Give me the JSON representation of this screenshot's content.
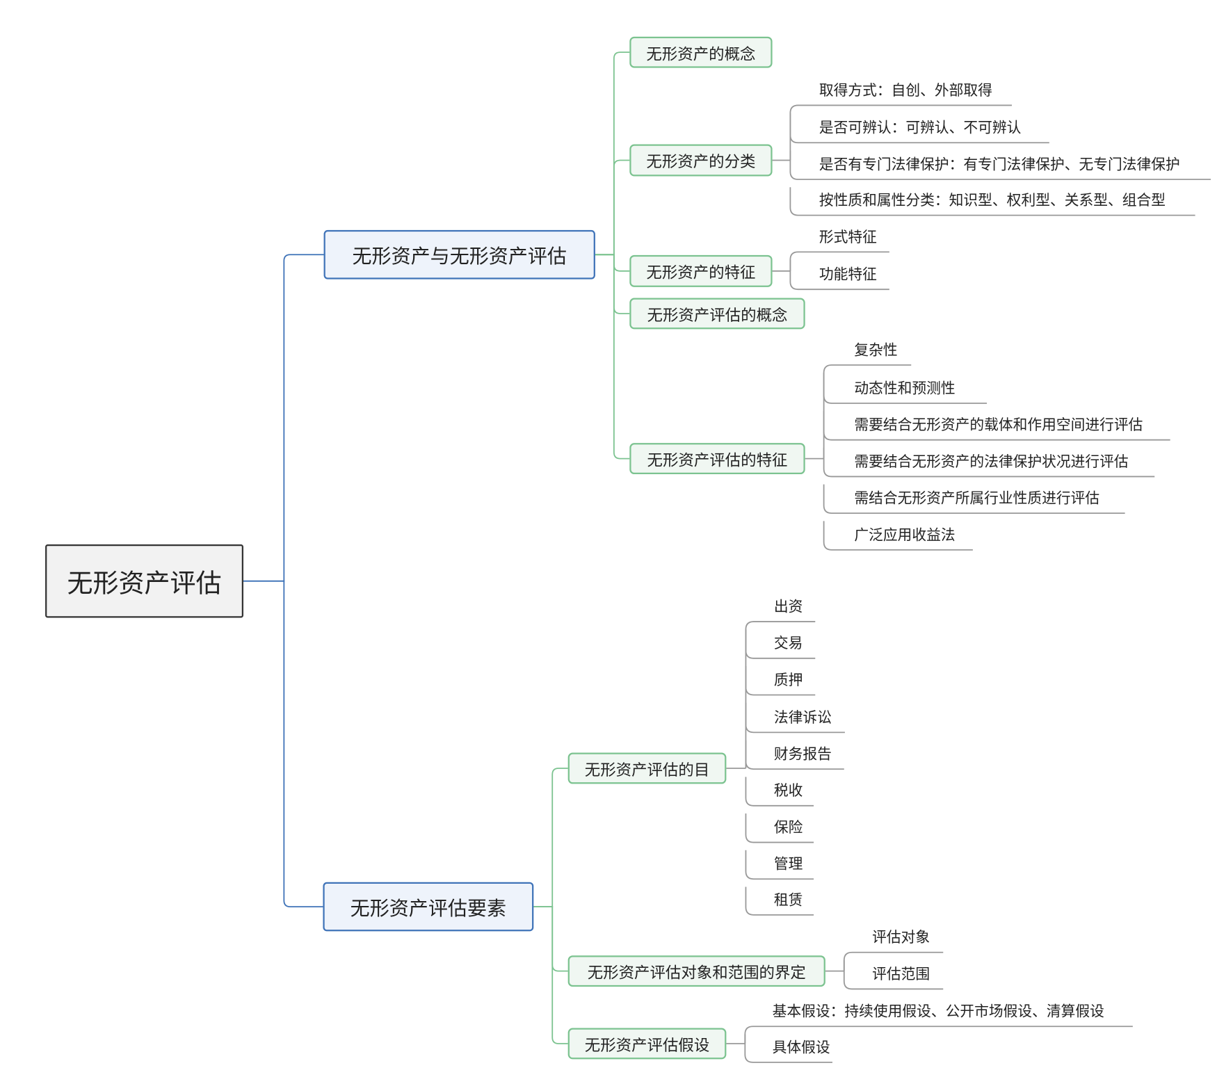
{
  "root": "无形资产评估",
  "branches": [
    {
      "label": "无形资产与无形资产评估",
      "children": [
        {
          "label": "无形资产的概念",
          "leaves": []
        },
        {
          "label": "无形资产的分类",
          "leaves": [
            "取得方式：自创、外部取得",
            "是否可辨认：可辨认、不可辨认",
            "是否有专门法律保护：有专门法律保护、无专门法律保护",
            "按性质和属性分类：知识型、权利型、关系型、组合型"
          ]
        },
        {
          "label": "无形资产的特征",
          "leaves": [
            "形式特征",
            "功能特征"
          ]
        },
        {
          "label": "无形资产评估的概念",
          "leaves": []
        },
        {
          "label": "无形资产评估的特征",
          "leaves": [
            "复杂性",
            "动态性和预测性",
            "需要结合无形资产的载体和作用空间进行评估",
            "需要结合无形资产的法律保护状况进行评估",
            "需结合无形资产所属行业性质进行评估",
            "广泛应用收益法"
          ]
        }
      ]
    },
    {
      "label": "无形资产评估要素",
      "children": [
        {
          "label": "无形资产评估的目",
          "leaves": [
            "出资",
            "交易",
            "质押",
            "法律诉讼",
            "财务报告",
            "税收",
            "保险",
            "管理",
            "租赁"
          ]
        },
        {
          "label": "无形资产评估对象和范围的界定",
          "leaves": [
            "评估对象",
            "评估范围"
          ]
        },
        {
          "label": "无形资产评估假设",
          "leaves": [
            "基本假设：持续使用假设、公开市场假设、清算假设",
            "具体假设"
          ]
        }
      ]
    }
  ],
  "colors": {
    "root_border": "#333333",
    "branch_line": "#3f73b8",
    "topic_line": "#7cc390",
    "leaf_line": "#999999"
  }
}
